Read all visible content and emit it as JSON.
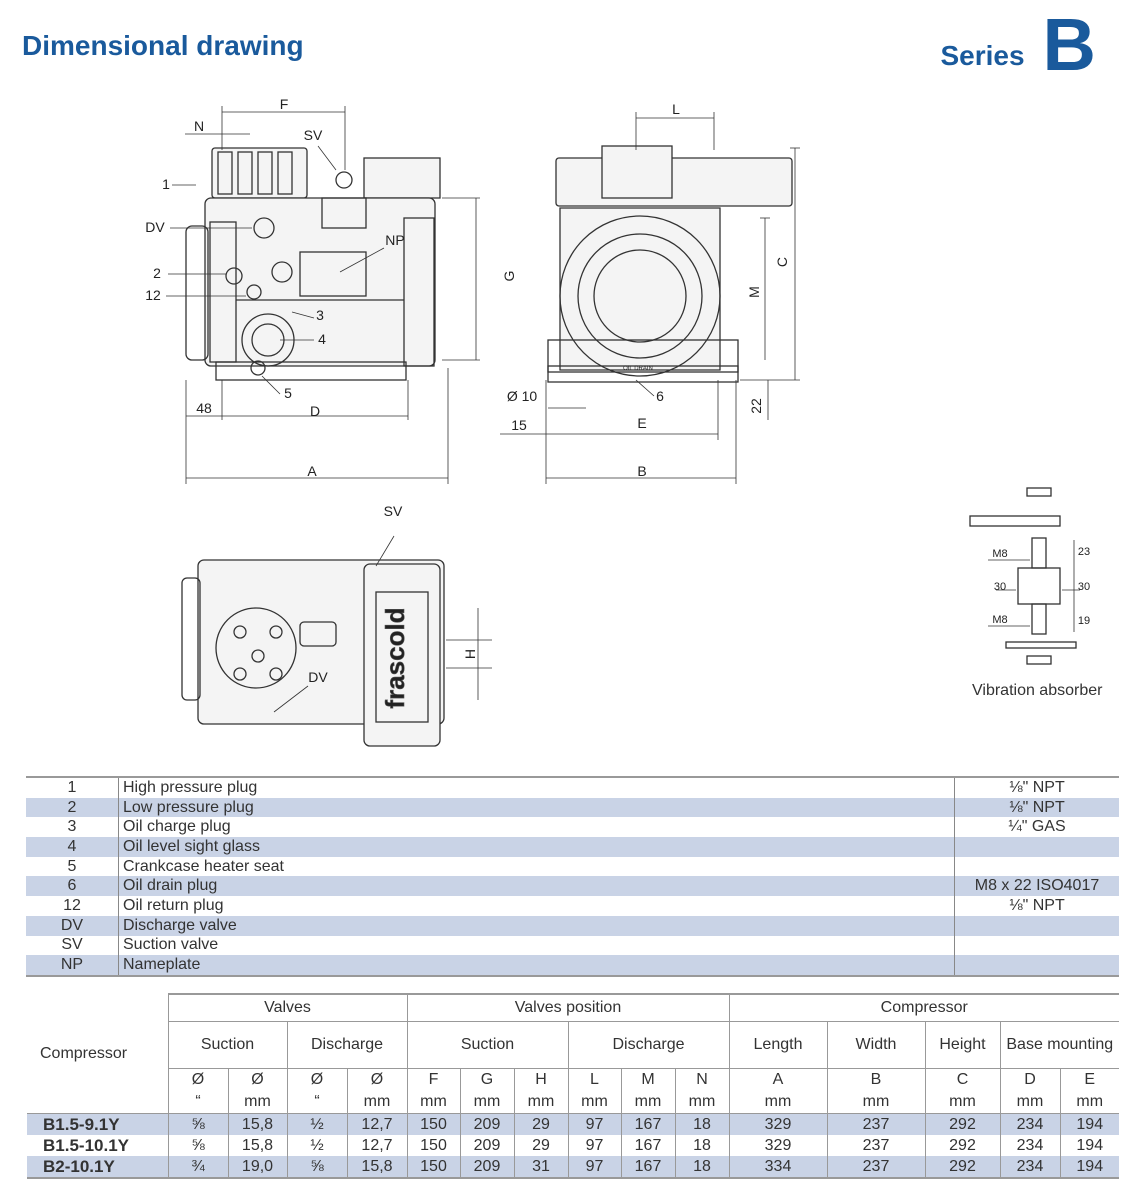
{
  "header": {
    "title": "Dimensional drawing",
    "series_word": "Series",
    "series_letter": "B"
  },
  "drawing_labels": {
    "N": "N",
    "F": "F",
    "SV": "SV",
    "DV": "DV",
    "NP": "NP",
    "L": "L",
    "G": "G",
    "C": "C",
    "M": "M",
    "A": "A",
    "B": "B",
    "D": "D",
    "E": "E",
    "H": "H",
    "n1": "1",
    "n2": "2",
    "n3": "3",
    "n4": "4",
    "n5": "5",
    "n6": "6",
    "n12": "12",
    "d48": "48",
    "d10": "Ø 10",
    "d15": "15",
    "d22": "22",
    "brand": "frascold",
    "oil_drain": "OIL DRAIN"
  },
  "vibration": {
    "caption": "Vibration absorber",
    "m8_top": "M8",
    "m8_bottom": "M8",
    "d23": "23",
    "d30l": "30",
    "d30r": "30",
    "d19": "19"
  },
  "legend": [
    {
      "code": "1",
      "desc": "High pressure plug",
      "spec": "⅛\" NPT"
    },
    {
      "code": "2",
      "desc": "Low pressure plug",
      "spec": "⅛\" NPT"
    },
    {
      "code": "3",
      "desc": "Oil charge plug",
      "spec": "¼\" GAS"
    },
    {
      "code": "4",
      "desc": "Oil level sight glass",
      "spec": ""
    },
    {
      "code": "5",
      "desc": "Crankcase heater seat",
      "spec": ""
    },
    {
      "code": "6",
      "desc": "Oil drain plug",
      "spec": "M8 x 22 ISO4017"
    },
    {
      "code": "12",
      "desc": "Oil return plug",
      "spec": "⅛\" NPT"
    },
    {
      "code": "DV",
      "desc": "Discharge valve",
      "spec": ""
    },
    {
      "code": "SV",
      "desc": "Suction valve",
      "spec": ""
    },
    {
      "code": "NP",
      "desc": "Nameplate",
      "spec": ""
    }
  ],
  "dims_table": {
    "compressor_header": "Compressor",
    "groups": {
      "valves": "Valves",
      "valves_position": "Valves position",
      "compressor": "Compressor"
    },
    "sub": {
      "suction": "Suction",
      "discharge": "Discharge",
      "suction2": "Suction",
      "discharge2": "Discharge",
      "length": "Length",
      "width": "Width",
      "height": "Height",
      "base_mounting": "Base mounting"
    },
    "letters": [
      "Ø",
      "Ø",
      "Ø",
      "Ø",
      "F",
      "G",
      "H",
      "L",
      "M",
      "N",
      "A",
      "B",
      "C",
      "D",
      "E"
    ],
    "units": [
      "“",
      "mm",
      "“",
      "mm",
      "mm",
      "mm",
      "mm",
      "mm",
      "mm",
      "mm",
      "mm",
      "mm",
      "mm",
      "mm",
      "mm"
    ],
    "rows": [
      {
        "model": "B1.5-9.1Y",
        "values": [
          "⅝",
          "15,8",
          "½",
          "12,7",
          "150",
          "209",
          "29",
          "97",
          "167",
          "18",
          "329",
          "237",
          "292",
          "234",
          "194"
        ]
      },
      {
        "model": "B1.5-10.1Y",
        "values": [
          "⅝",
          "15,8",
          "½",
          "12,7",
          "150",
          "209",
          "29",
          "97",
          "167",
          "18",
          "329",
          "237",
          "292",
          "234",
          "194"
        ]
      },
      {
        "model": "B2-10.1Y",
        "values": [
          "¾",
          "19,0",
          "⅝",
          "15,8",
          "150",
          "209",
          "31",
          "97",
          "167",
          "18",
          "334",
          "237",
          "292",
          "234",
          "194"
        ]
      }
    ]
  }
}
